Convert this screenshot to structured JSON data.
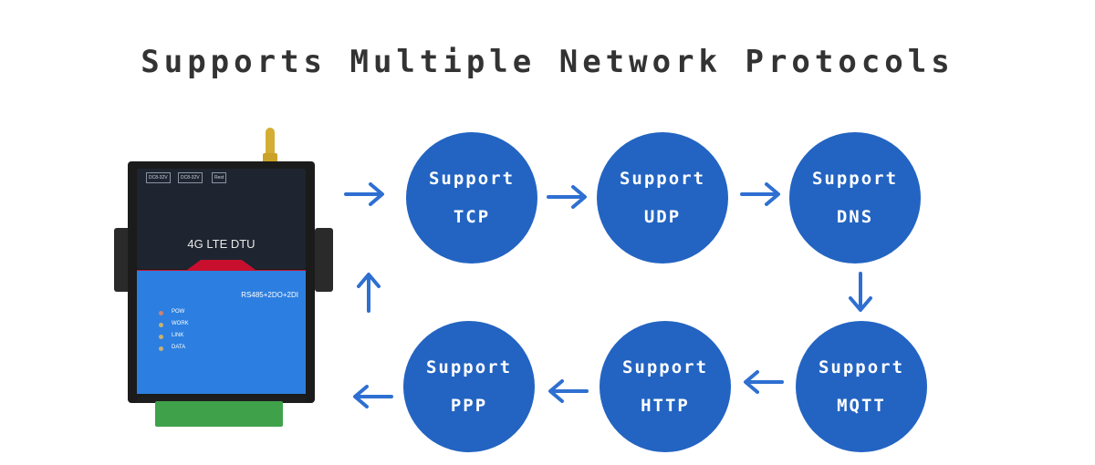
{
  "title": "Supports Multiple Network Protocols",
  "device": {
    "name": "4G LTE DTU",
    "model": "RS485+2DO+2DI",
    "ports": [
      "DC8-32V",
      "DC8-32V",
      "Rest"
    ],
    "leds": [
      "POW",
      "WORK",
      "LINK",
      "DATA"
    ]
  },
  "nodes": [
    {
      "line1": "Support",
      "line2": "TCP"
    },
    {
      "line1": "Support",
      "line2": "UDP"
    },
    {
      "line1": "Support",
      "line2": "DNS"
    },
    {
      "line1": "Support",
      "line2": "MQTT"
    },
    {
      "line1": "Support",
      "line2": "HTTP"
    },
    {
      "line1": "Support",
      "line2": "PPP"
    }
  ],
  "colors": {
    "node": "#2364c2",
    "arrow": "#2e6fd1"
  }
}
